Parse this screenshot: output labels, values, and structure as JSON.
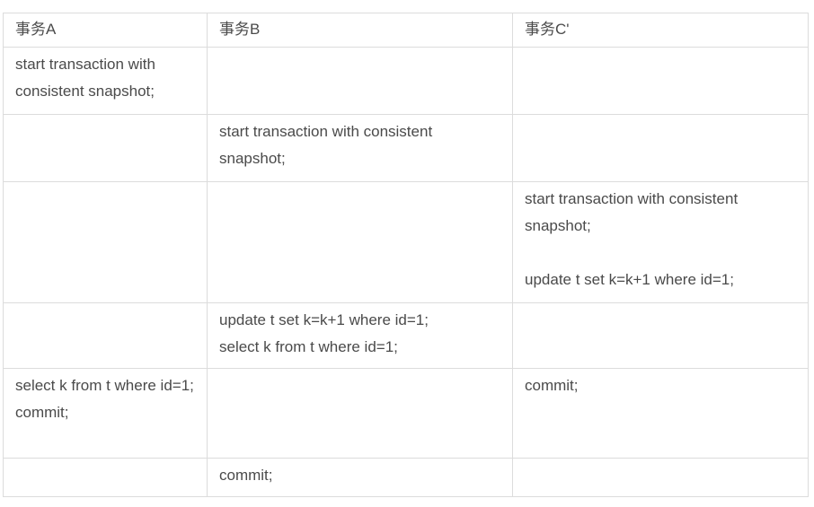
{
  "colors": {
    "background": "#ffffff",
    "border": "#dcdcdc",
    "text": "#4a4a4a"
  },
  "table": {
    "columns": [
      {
        "label": "事务A"
      },
      {
        "label": "事务B"
      },
      {
        "label": "事务C'"
      }
    ],
    "rows": [
      {
        "cells": [
          "start transaction with consistent snapshot;",
          "",
          ""
        ]
      },
      {
        "cells": [
          "",
          "start transaction with consistent snapshot;",
          ""
        ]
      },
      {
        "cells": [
          "",
          "",
          "start transaction with consistent snapshot;\n\nupdate t set k=k+1 where id=1;"
        ]
      },
      {
        "cells": [
          "",
          "update t set k=k+1 where id=1;\nselect k from t where id=1;",
          ""
        ]
      },
      {
        "cells": [
          "select k from t where id=1;\ncommit;",
          "",
          "commit;"
        ]
      },
      {
        "cells": [
          "",
          "commit;",
          ""
        ]
      }
    ]
  }
}
